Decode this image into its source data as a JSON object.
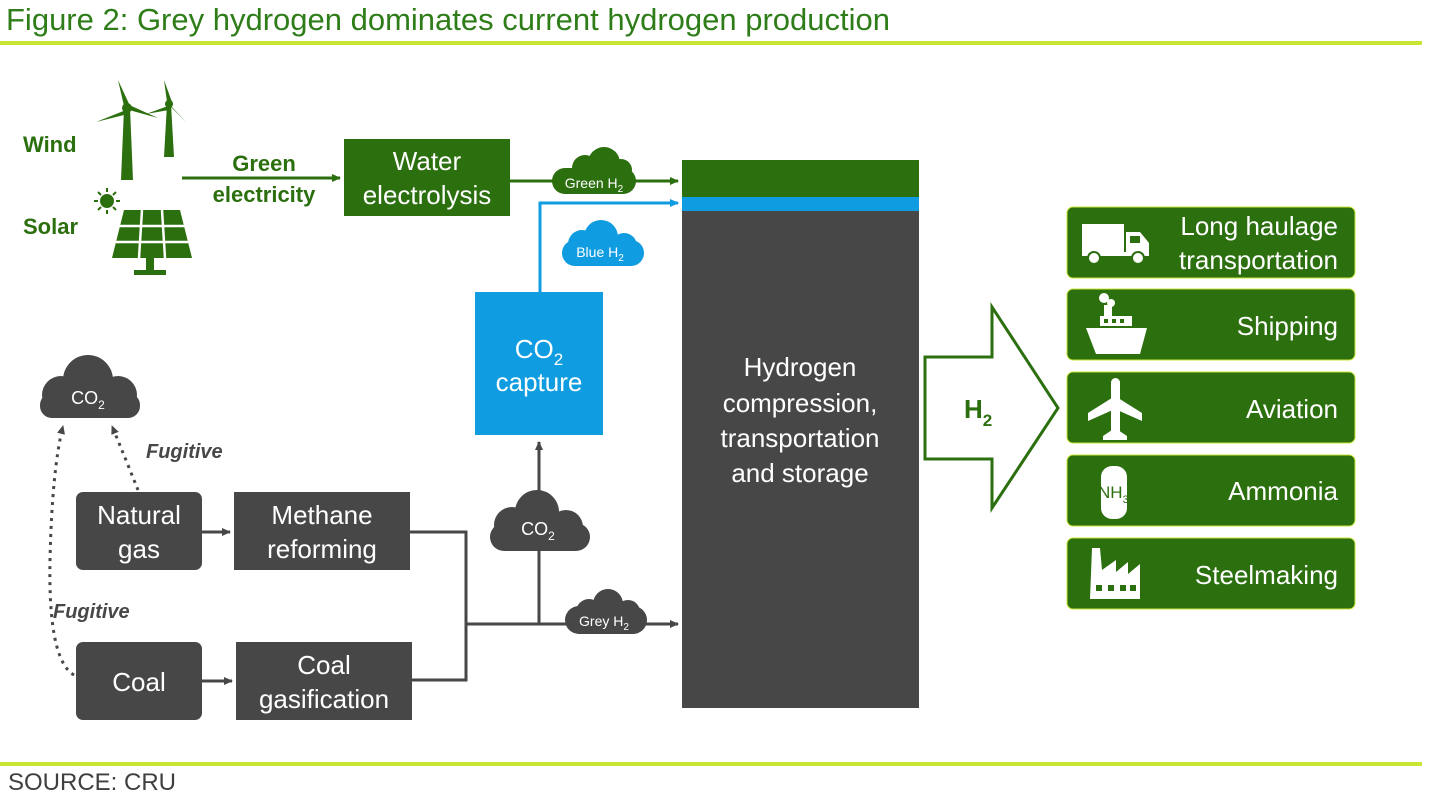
{
  "title": "Figure 2: Grey hydrogen dominates current hydrogen production",
  "source": "SOURCE: CRU",
  "sources": {
    "wind": "Wind",
    "solar": "Solar",
    "green_electricity": [
      "Green",
      "electricity"
    ],
    "natural_gas": [
      "Natural",
      "gas"
    ],
    "coal": "Coal"
  },
  "processes": {
    "water_electrolysis": [
      "Water",
      "electrolysis"
    ],
    "methane_reforming": [
      "Methane",
      "reforming"
    ],
    "coal_gasification": [
      "Coal",
      "gasification"
    ],
    "co2_capture": {
      "main": "CO",
      "sub": "2",
      "line2": "capture"
    }
  },
  "clouds": {
    "green_h2": {
      "main": "Green H",
      "sub": "2"
    },
    "blue_h2": {
      "main": "Blue H",
      "sub": "2"
    },
    "grey_h2": {
      "main": "Grey H",
      "sub": "2"
    },
    "co2_fugitive": {
      "main": "CO",
      "sub": "2"
    },
    "co2_process": {
      "main": "CO",
      "sub": "2"
    }
  },
  "fugitive_labels": [
    "Fugitive",
    "Fugitive"
  ],
  "storage": [
    "Hydrogen",
    "compression,",
    "transportation",
    "and storage"
  ],
  "h2_arrow": {
    "main": "H",
    "sub": "2"
  },
  "end_uses": [
    {
      "label": [
        "Long haulage",
        "transportation"
      ],
      "icon": "truck-icon"
    },
    {
      "label": [
        "Shipping"
      ],
      "icon": "ship-icon"
    },
    {
      "label": [
        "Aviation"
      ],
      "icon": "airplane-icon"
    },
    {
      "label": [
        "Ammonia"
      ],
      "icon": "ammonia-tank-icon",
      "icon_text": {
        "main": "NH",
        "sub": "3"
      }
    },
    {
      "label": [
        "Steelmaking"
      ],
      "icon": "factory-icon"
    }
  ],
  "colors": {
    "green": "#2c6f0f",
    "blue": "#0f9ce0",
    "grey": "#474747",
    "rule": "#c8e534"
  }
}
